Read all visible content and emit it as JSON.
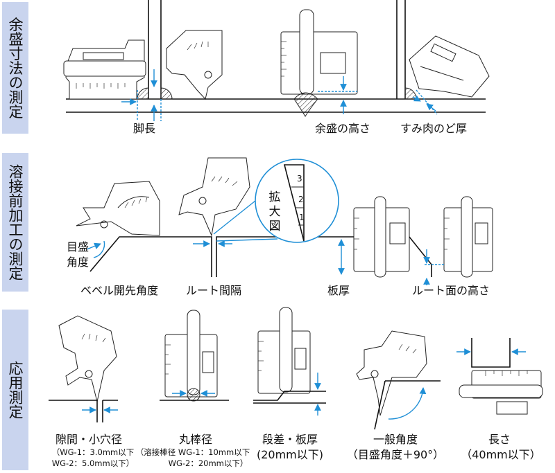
{
  "sections": [
    {
      "title": "余盛寸法の測定",
      "items": [
        {
          "label": "脚長"
        },
        {
          "label": "余盛の高さ"
        },
        {
          "label": "すみ肉のど厚"
        }
      ]
    },
    {
      "title": "溶接前加工の測定",
      "items": [
        {
          "label": "目盛\n角度",
          "line1": "目盛",
          "line2": "角度"
        },
        {
          "label": "ベベル開先角度"
        },
        {
          "label": "ルート間隔"
        },
        {
          "label": "板厚"
        },
        {
          "label": "ルート面の高さ"
        }
      ],
      "magnifier": {
        "label": "拡大図",
        "c1": "拡",
        "c2": "大",
        "c3": "図",
        "ticks": [
          "3",
          "2",
          "1"
        ]
      }
    },
    {
      "title": "応用測定",
      "items": [
        {
          "label": "隙間・小穴径",
          "sub1": "（WG-1：3.0mm以下",
          "sub2": "WG-2：5.0mm以下）"
        },
        {
          "label": "丸棒径",
          "sub1": "（溶接棒径 WG-1：10mm以下",
          "sub2": "WG-2：20mm以下）"
        },
        {
          "label": "段差・板厚",
          "sub1": "(20mm以下)"
        },
        {
          "label": "一般角度",
          "sub1": "（目盛角度＋90°）"
        },
        {
          "label": "長さ",
          "sub1": "（40mm以下）"
        }
      ]
    }
  ]
}
